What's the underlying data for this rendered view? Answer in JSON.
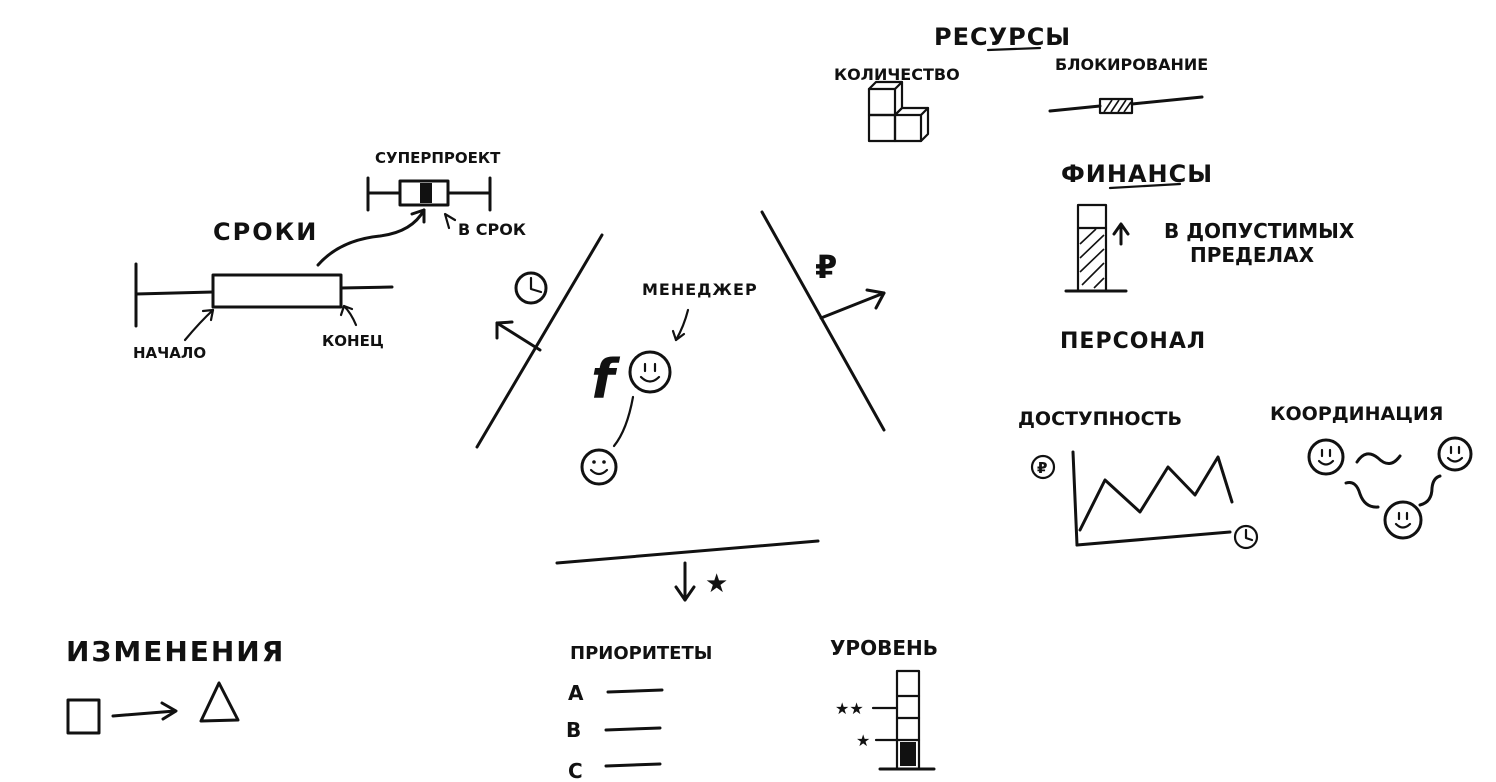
{
  "triangle": {
    "manager_label": "МЕНЕДЖЕР",
    "function_symbol": "f",
    "ruble_symbol": "₽",
    "star_symbol": "★"
  },
  "time": {
    "title": "СРОКИ",
    "start_label": "НАЧАЛО",
    "end_label": "КОНЕЦ",
    "superproject_label": "СУПЕРПРОЕКТ",
    "on_time_label": "В СРОК"
  },
  "resources": {
    "title": "РЕСУРСЫ",
    "quantity_label": "КОЛИЧЕСТВО",
    "blocking_label": "БЛОКИРОВАНИЕ"
  },
  "finance": {
    "title": "ФИНАНСЫ",
    "limits_line1": "В ДОПУСТИМЫХ",
    "limits_line2": "ПРЕДЕЛАХ"
  },
  "staff": {
    "title": "ПЕРСОНАЛ",
    "availability_label": "ДОСТУПНОСТЬ",
    "coordination_label": "КООРДИНАЦИЯ"
  },
  "changes": {
    "title": "ИЗМЕНЕНИЯ"
  },
  "priorities": {
    "title": "ПРИОРИТЕТЫ",
    "items": [
      "A",
      "B",
      "C"
    ]
  },
  "level": {
    "title": "УРОВЕНЬ",
    "mark_high": "★★",
    "mark_low": "★"
  }
}
